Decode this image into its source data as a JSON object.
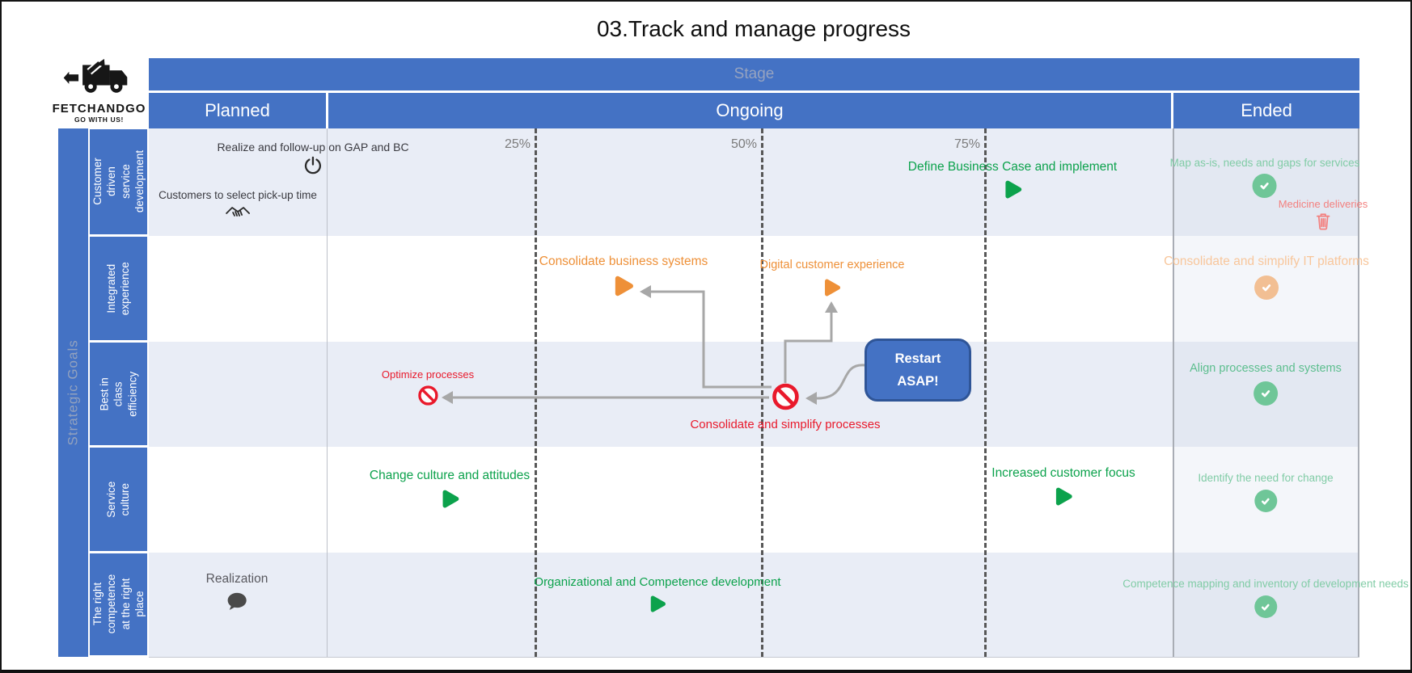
{
  "title": "03.Track and manage progress",
  "logo": {
    "name": "FETCHANDGO",
    "tagline": "GO WITH US!"
  },
  "header": {
    "stage_label": "Stage",
    "columns": [
      {
        "label": "Planned"
      },
      {
        "label": "Ongoing"
      },
      {
        "label": "Ended"
      }
    ]
  },
  "sidebar": {
    "title": "Strategic Goals",
    "rows": [
      {
        "label": "Customer driven service development"
      },
      {
        "label": "Integrated experience"
      },
      {
        "label": "Best in class efficiency"
      },
      {
        "label": "Service culture"
      },
      {
        "label": "The right competence at the right place"
      }
    ]
  },
  "milestones": [
    {
      "label": "25%"
    },
    {
      "label": "50%"
    },
    {
      "label": "75%"
    }
  ],
  "items": {
    "realize_gap_bc": {
      "label": "Realize and follow-up on GAP and BC",
      "icon": "power-icon"
    },
    "customers_pickup": {
      "label": "Customers to select pick-up time",
      "icon": "handshake-icon"
    },
    "define_business_case": {
      "label": "Define Business Case and implement",
      "icon": "play-icon"
    },
    "map_as_is": {
      "label": "Map as-is, needs and gaps for services",
      "icon": "check-icon"
    },
    "medicine_deliveries": {
      "label": "Medicine deliveries",
      "icon": "trash-icon"
    },
    "consolidate_business_systems": {
      "label": "Consolidate business systems",
      "icon": "play-icon"
    },
    "digital_customer_experience": {
      "label": "Digital customer experience",
      "icon": "play-icon"
    },
    "consolidate_simplify_it": {
      "label": "Consolidate and simplify IT platforms",
      "icon": "check-icon"
    },
    "optimize_processes": {
      "label": "Optimize processes",
      "icon": "no-entry-icon"
    },
    "consolidate_simplify_processes": {
      "label": "Consolidate and simplify processes",
      "icon": "no-entry-icon"
    },
    "align_processes": {
      "label": "Align processes and systems",
      "icon": "check-icon"
    },
    "change_culture": {
      "label": "Change culture and attitudes",
      "icon": "play-icon"
    },
    "increased_customer_focus": {
      "label": "Increased customer focus",
      "icon": "play-icon"
    },
    "identify_need_change": {
      "label": "Identify the need for change",
      "icon": "check-icon"
    },
    "realization": {
      "label": "Realization",
      "icon": "speech-bubble-icon"
    },
    "org_competence_dev": {
      "label": "Organizational and Competence development",
      "icon": "play-icon"
    },
    "competence_mapping": {
      "label": "Competence mapping and inventory of development needs",
      "icon": "check-icon"
    }
  },
  "callout": {
    "line1": "Restart",
    "line2": "ASAP!"
  },
  "colors": {
    "header_blue": "#4472C4",
    "callout_border": "#2F5597",
    "on_track_green": "#0CA24C",
    "done_green": "#6FC698",
    "at_risk_orange": "#EE9038",
    "done_orange": "#F2BF93",
    "blocked_red": "#E9192B",
    "deleted_pink": "#F3807F",
    "arrow_gray": "#A7A7A7"
  }
}
